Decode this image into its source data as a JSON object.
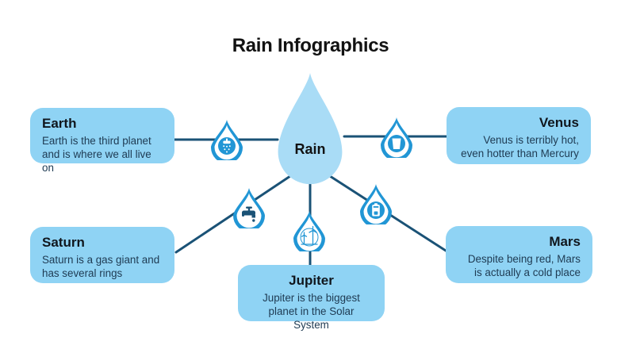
{
  "title": "Rain Infographics",
  "center": {
    "label": "Rain"
  },
  "colors": {
    "box_fill": "#8FD3F4",
    "center_drop_fill": "#A9DCF6",
    "connector_line": "#1A5276",
    "icon_blue": "#2196D5",
    "icon_navy": "#1A5276",
    "title_text": "#121212",
    "body_text": "#1E3A52"
  },
  "nodes": [
    {
      "id": "earth",
      "title": "Earth",
      "description": "Earth is the third planet and is where we all live on",
      "icon": "shower-icon",
      "align": "left"
    },
    {
      "id": "venus",
      "title": "Venus",
      "description": "Venus is terribly hot, even hotter than Mercury",
      "icon": "water-glass-icon",
      "align": "right"
    },
    {
      "id": "saturn",
      "title": "Saturn",
      "description": "Saturn is a gas giant and has several rings",
      "icon": "faucet-icon",
      "align": "left"
    },
    {
      "id": "jupiter",
      "title": "Jupiter",
      "description": "Jupiter is the biggest planet in the Solar System",
      "icon": "wind-turbine-icon",
      "align": "center"
    },
    {
      "id": "mars",
      "title": "Mars",
      "description": "Despite being red, Mars is actually a cold place",
      "icon": "battery-icon",
      "align": "right"
    }
  ]
}
